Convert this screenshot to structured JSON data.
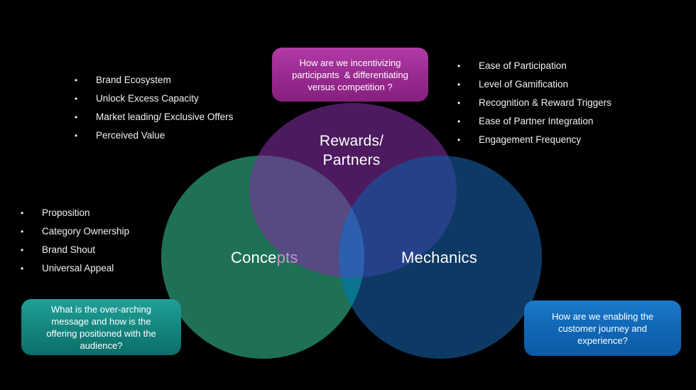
{
  "slide": {
    "background": "#000000"
  },
  "venn": {
    "rewards": {
      "label_line1": "Rewards/",
      "label_line2": "Partners",
      "color": "#4d1a5f"
    },
    "concepts": {
      "label_white": "Conce",
      "label_tint": "pts",
      "tint_color": "#c792d6",
      "color": "#1f7156"
    },
    "mechanics": {
      "label": "Mechanics",
      "color": "#0d3a64"
    },
    "overlaps": {
      "concepts_rewards": "#564a80",
      "rewards_mechanics": "#254189",
      "concepts_mechanics": "#0b7590",
      "center": "#2d5fae"
    }
  },
  "callouts": {
    "rewards_question": {
      "text": "How are we incentivizing\nparticipants  & differentiating\nversus competition ?",
      "color_top": "#b13ba6",
      "color_bottom": "#871f7f"
    },
    "concepts_question": {
      "text": "What is the over-arching\nmessage and how is the\noffering positioned with the\naudience?",
      "color_top": "#22a09a",
      "color_bottom": "#0d6e68"
    },
    "mechanics_question": {
      "text": "How are we enabling the\ncustomer journey and\nexperience?",
      "color_top": "#1b7aca",
      "color_bottom": "#0b5aa5"
    }
  },
  "lists": {
    "bullet": "•",
    "rewards_attributes": [
      "Brand Ecosystem",
      "Unlock Excess Capacity",
      "Market leading/ Exclusive Offers",
      "Perceived Value"
    ],
    "mechanics_attributes": [
      "Ease of Participation",
      "Level of Gamification",
      "Recognition & Reward Triggers",
      "Ease of Partner Integration",
      "Engagement Frequency"
    ],
    "concepts_attributes": [
      "Proposition",
      "Category Ownership",
      "Brand Shout",
      "Universal Appeal"
    ]
  }
}
